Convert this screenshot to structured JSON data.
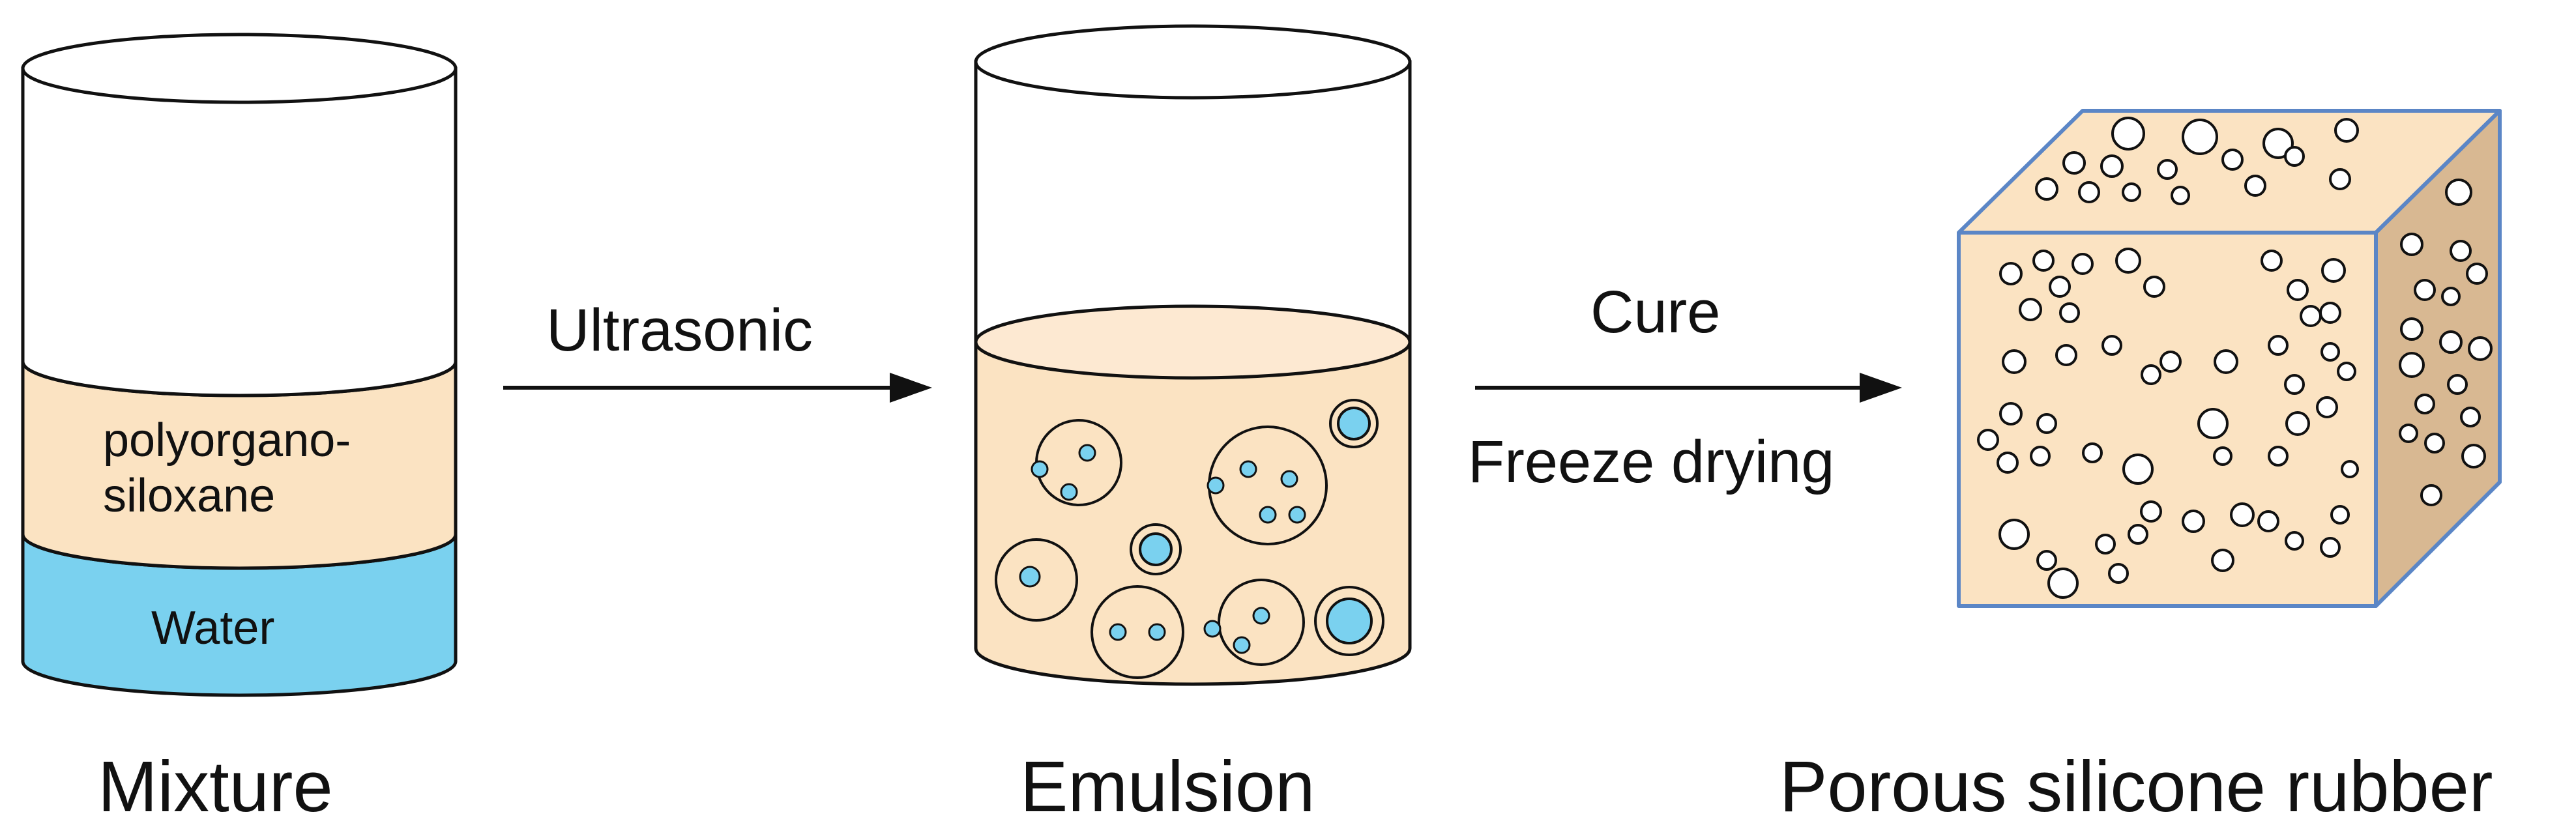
{
  "mixture": {
    "top_layer_label_line1": "polyorgano-",
    "top_layer_label_line2": "siloxane",
    "bottom_layer_label": "Water",
    "caption": "Mixture"
  },
  "step1": {
    "label": "Ultrasonic"
  },
  "emulsion": {
    "caption": "Emulsion"
  },
  "step2": {
    "label_line1": "Cure",
    "label_line2": "Freeze drying"
  },
  "product": {
    "caption": "Porous silicone rubber"
  },
  "colors": {
    "polymer": "#fbe3c2",
    "polymer_top": "#fde9d2",
    "water": "#7ad1ef",
    "cube_right_face": "#d8b892",
    "cube_edge": "#5b86c6",
    "outline": "#111111"
  }
}
